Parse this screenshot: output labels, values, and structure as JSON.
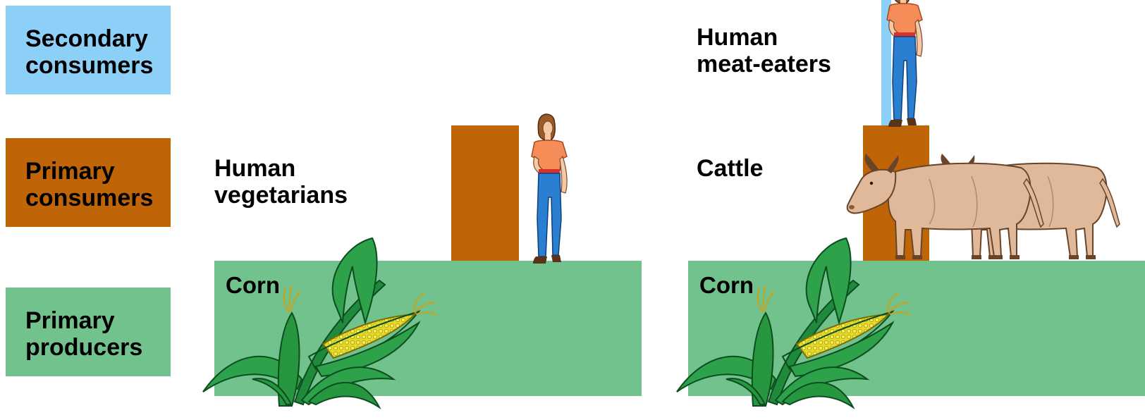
{
  "legend": {
    "secondary": "Secondary\nconsumers",
    "primary_consumers": "Primary\nconsumers",
    "primary_producers": "Primary\nproducers"
  },
  "left_pyramid": {
    "consumer_label": "Human\nvegetarians",
    "producer_label": "Corn"
  },
  "right_pyramid": {
    "secondary_label": "Human\nmeat-eaters",
    "consumer_label": "Cattle",
    "producer_label": "Corn"
  },
  "colors": {
    "secondary": "#8ccff7",
    "primary_consumer": "#c06408",
    "primary_producer": "#72c28d"
  }
}
